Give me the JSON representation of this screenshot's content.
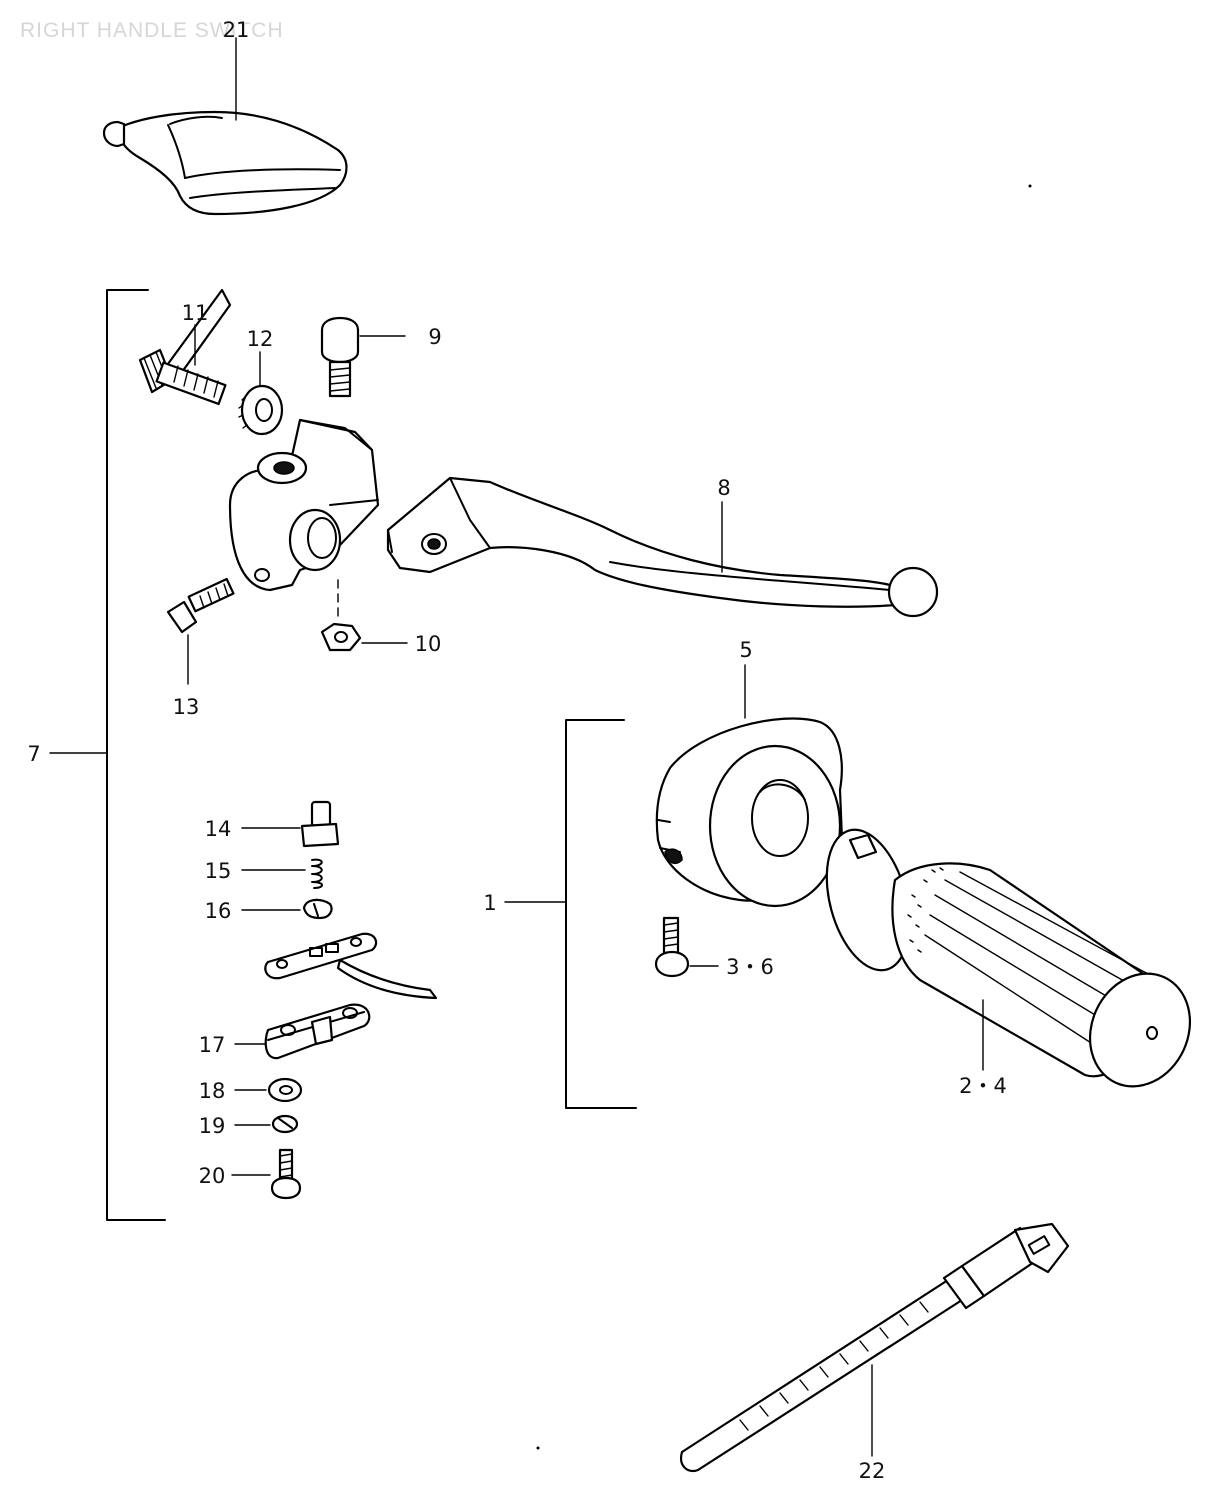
{
  "title": "RIGHT HANDLE SWITCH",
  "labels": {
    "p1": "1",
    "p2_4": "2・4",
    "p3_6": "3・6",
    "p5": "5",
    "p7": "7",
    "p8": "8",
    "p9": "9",
    "p10": "10",
    "p11": "11",
    "p12": "12",
    "p13": "13",
    "p14": "14",
    "p15": "15",
    "p16": "16",
    "p17": "17",
    "p18": "18",
    "p19": "19",
    "p20": "20",
    "p21": "21",
    "p22": "22"
  }
}
